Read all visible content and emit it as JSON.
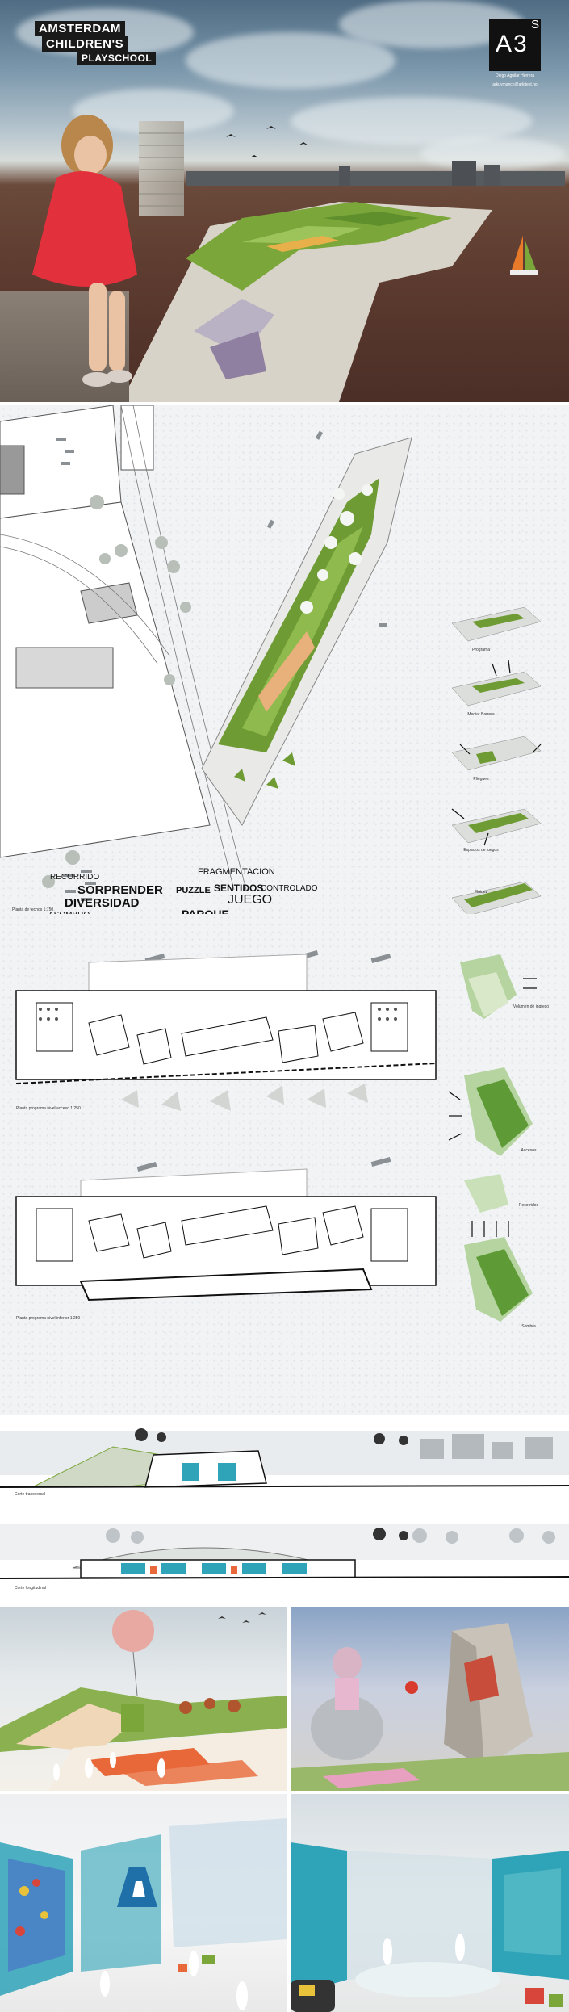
{
  "header": {
    "title_line1": "AMSTERDAM",
    "title_line2": "CHILDREN'S",
    "title_line3": "PLAYSCHOOL",
    "logo_text": "A3",
    "logo_sup": "S",
    "author": "Diego Aguilar Herrera",
    "email": "arkuymanch@arkitekt.no"
  },
  "concept_words": {
    "w1": "RECORRIDO",
    "w2": "FRAGMENTACION",
    "w3": "SORPRENDER",
    "w4": "PUZZLE",
    "w5": "SENTIDOS",
    "w6": "CONTROLADO",
    "w7": "DIVERSIDAD",
    "w8": "JUEGO",
    "w9": "ASOMBRO",
    "w10": "PARQUE"
  },
  "captions": {
    "site_plan": "Planta de techos 1:750",
    "plan_access": "Planta programa nivel acceso 1:250",
    "plan_lower": "Planta programa nivel inferior 1:250",
    "section_cross": "Corte transversal",
    "section_long": "Corte longitudinal"
  },
  "diagrams": {
    "d1": "Programa",
    "d2": "Mediar Barrera",
    "d3": "Pliegues",
    "d4": "Espacios de juegos",
    "d5": "Fluidez",
    "d6": "Volumen de ingreso",
    "d7": "Accesos",
    "d8": "Recorridos",
    "d9": "Sombra"
  },
  "colors": {
    "accent_green": "#6a9a2e",
    "water": "#5a3a30",
    "dark": "#1a1a1a",
    "render_teal": "#2fa3b8",
    "render_orange": "#e8683a"
  }
}
